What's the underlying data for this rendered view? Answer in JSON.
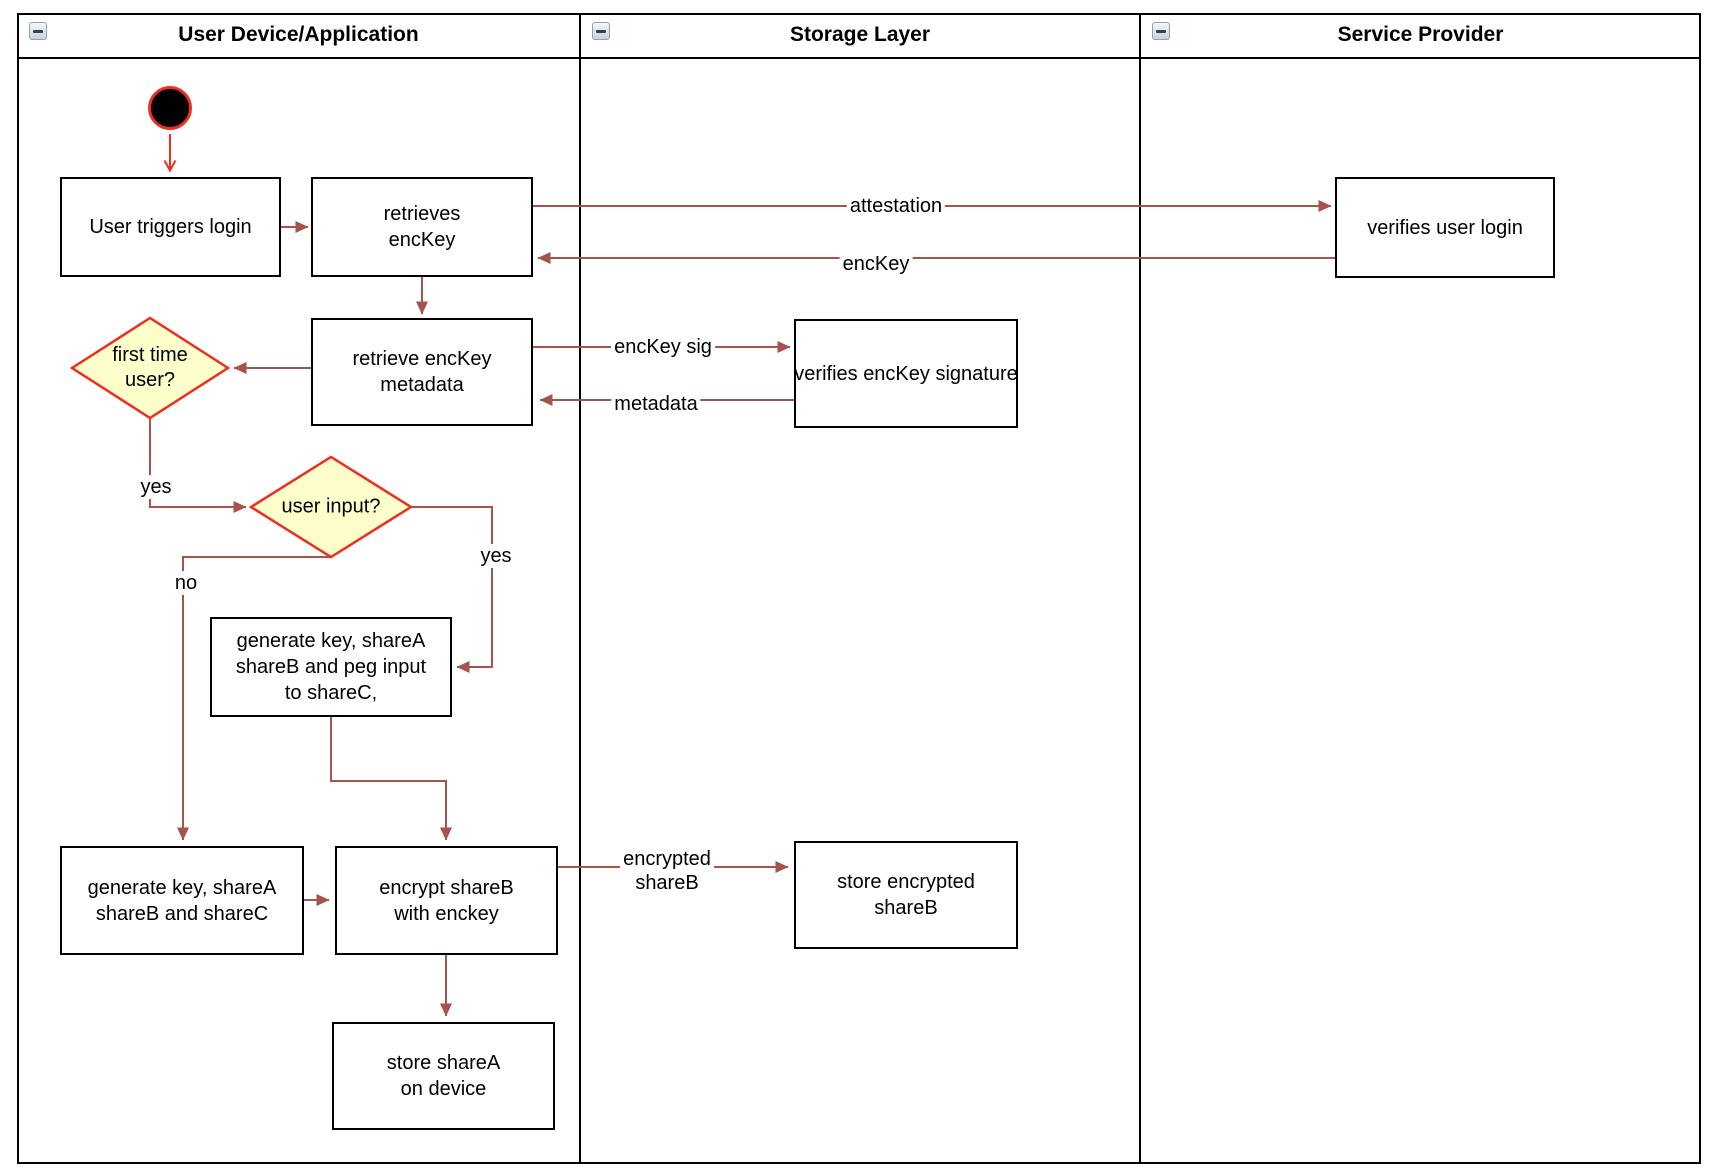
{
  "pool": {
    "lanes": [
      {
        "title": "User Device/Application"
      },
      {
        "title": "Storage Layer"
      },
      {
        "title": "Service Provider"
      }
    ]
  },
  "nodes": {
    "user_triggers_login": {
      "label": "User triggers login"
    },
    "retrieves_enckey": {
      "label": "retrieves\nencKey"
    },
    "retrieve_enckey_metadata": {
      "label": "retrieve encKey\nmetadata"
    },
    "first_time_user": {
      "label": "first time\nuser?"
    },
    "user_input": {
      "label": "user input?"
    },
    "generate_key_peg_input": {
      "label": "generate key, shareA\nshareB and peg input\nto shareC,"
    },
    "generate_key_sharec": {
      "label": "generate key, shareA\nshareB and shareC"
    },
    "encrypt_shareb": {
      "label": "encrypt shareB\nwith enckey"
    },
    "store_sharea": {
      "label": "store shareA\non device"
    },
    "verifies_enckey_signature": {
      "label": "verifies encKey signature"
    },
    "store_encrypted_shareb": {
      "label": "store encrypted\nshareB"
    },
    "verifies_user_login": {
      "label": "verifies user login"
    }
  },
  "edge_labels": {
    "attestation": "attestation",
    "enckey": "encKey",
    "enckey_sig": "encKey sig",
    "metadata": "metadata",
    "encrypted_shareb": "encrypted\nshareB",
    "yes_first_time": "yes",
    "no_user_input": "no",
    "yes_user_input": "yes"
  },
  "colors": {
    "connector": "#A5544C",
    "start_accent": "#EE2E20",
    "decision_fill": "#FFFFCC",
    "decision_border": "#EE2E20",
    "node_border": "#000000",
    "lane_border": "#000000"
  }
}
